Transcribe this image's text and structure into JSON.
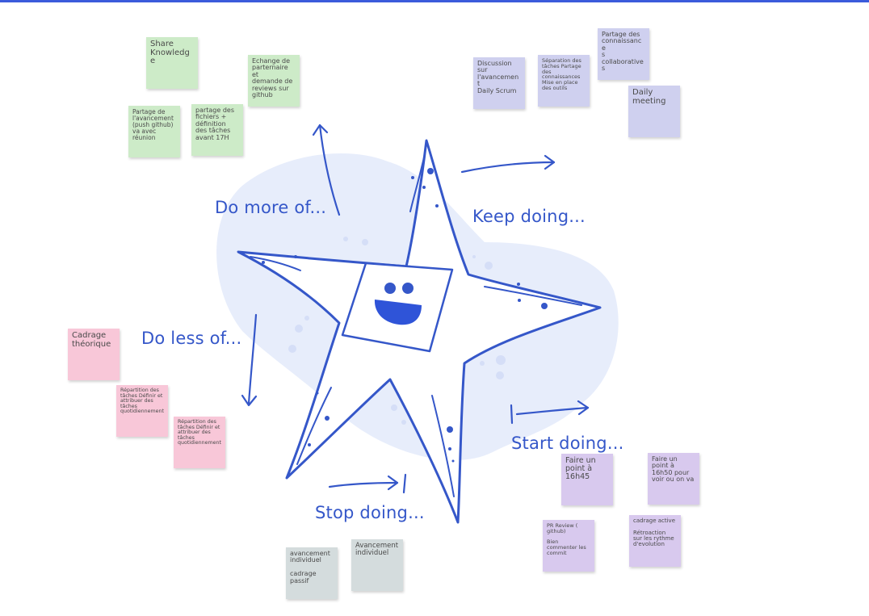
{
  "colors": {
    "accent": "#3557c9",
    "blob": "#e7edfb",
    "green_note": "#cdebc8",
    "purple_note": "#cfd0ef",
    "violet_note": "#d8c9ee",
    "pink_note": "#f8c7d8",
    "grey_note": "#d4dcdd"
  },
  "sections": {
    "do_more": "Do more of...",
    "keep_doing": "Keep doing...",
    "do_less": "Do less of...",
    "start_doing": "Start doing...",
    "stop_doing": "Stop doing..."
  },
  "notes": {
    "do_more": [
      "Share\nKnowledge",
      "Echange de\nparternaire et\ndemande de\nreviews sur\ngithub",
      "Partage de\nl'avancement\n (push github)\nva avec\nréunion",
      "partage des\nfichiers +\ndéfinition\ndes tâches\navant 17H"
    ],
    "keep_doing": [
      "Partage des\nconnaissance\ns\ncollaboratives",
      "Discussion\nsur\nl'avancement\nDaily Scrum",
      "Séparation des\ntâches Partage\ndes\nconnaissances\nMise en place\ndes outils",
      "Daily\nmeeting"
    ],
    "do_less": [
      "Cadrage\nthéorique",
      "Répartition des\ntâches Définir et\nattribuer des\ntâches\nquotidiennement",
      "Répartition des\ntâches Définir et\nattribuer des\ntâches\nquotidiennement"
    ],
    "start_doing": [
      "Faire un\npoint à\n16h45",
      "Faire un\npoint à\n16h50 pour\nvoir ou on va",
      "PR Review (\ngithub)\n\nBien\ncommenter les\ncommit",
      "cadrage active\n\nRétroaction\nsur les rythme\nd'evolution"
    ],
    "stop_doing": [
      "avancement\nindividuel\n\ncadrage\npassif",
      "Avancement\nindividuel"
    ]
  }
}
